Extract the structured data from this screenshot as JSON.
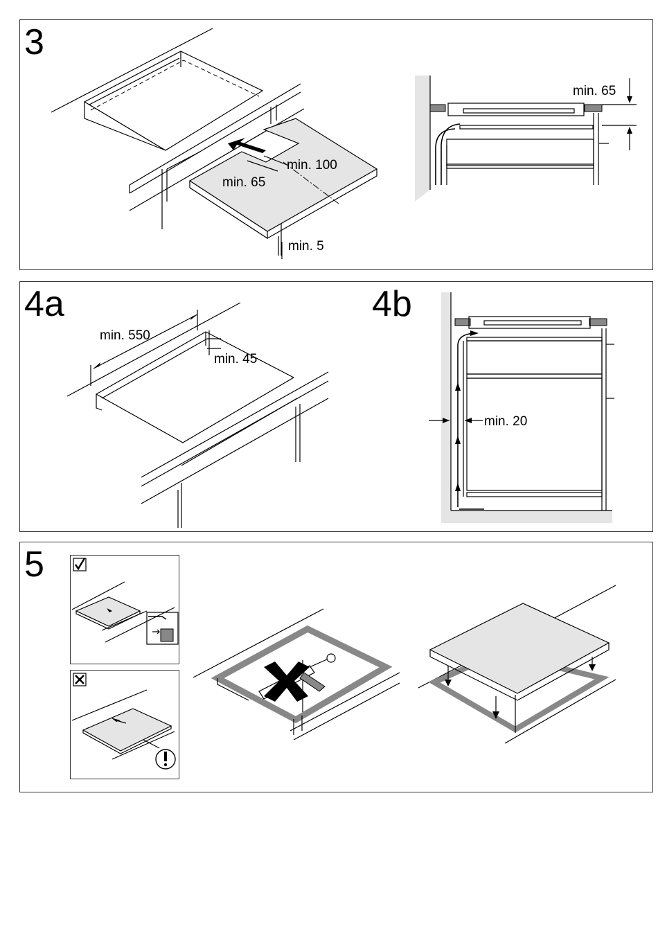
{
  "step3": {
    "number": "3",
    "dim_min100": "min. 100",
    "dim_min65": "min. 65",
    "dim_min5": "min. 5",
    "side_min65": "min. 65"
  },
  "step4a": {
    "number": "4a",
    "dim_min550": "min. 550",
    "dim_min45": "min. 45"
  },
  "step4b": {
    "number": "4b",
    "dim_min20": "min. 20"
  },
  "step5": {
    "number": "5",
    "correct_icon": "check-icon",
    "wrong_icon": "cross-icon",
    "warning_icon": "exclamation-icon"
  }
}
